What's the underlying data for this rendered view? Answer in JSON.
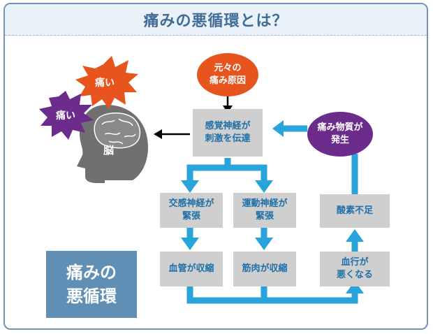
{
  "title": "痛みの悪循環とは？",
  "head": {
    "label": "脳",
    "pain_left": "痛い",
    "pain_top": "痛い"
  },
  "nodes": {
    "origin": "元々の\n痛み原因",
    "sensory": "感覚神経が\n刺激を伝達",
    "substance": "痛み物質が\n発生",
    "sympathetic": "交感神経が\n緊張",
    "motor": "運動神経が\n緊張",
    "vessel": "血管が収縮",
    "muscle": "筋肉が収縮",
    "blood": "血行が\n悪くなる",
    "oxygen": "酸素不足"
  },
  "legend": "痛みの\n悪循環",
  "colors": {
    "title": "#3f6d96",
    "box_fill": "#cfcfcf",
    "box_text": "#1f6fa8",
    "arrow": "#29a3dc",
    "origin": "#e8541e",
    "substance": "#6b2c8c",
    "burst_red": "#e8541e",
    "burst_purple": "#6b2c8c",
    "head": "#707070",
    "legend": "#5f8fb5"
  }
}
